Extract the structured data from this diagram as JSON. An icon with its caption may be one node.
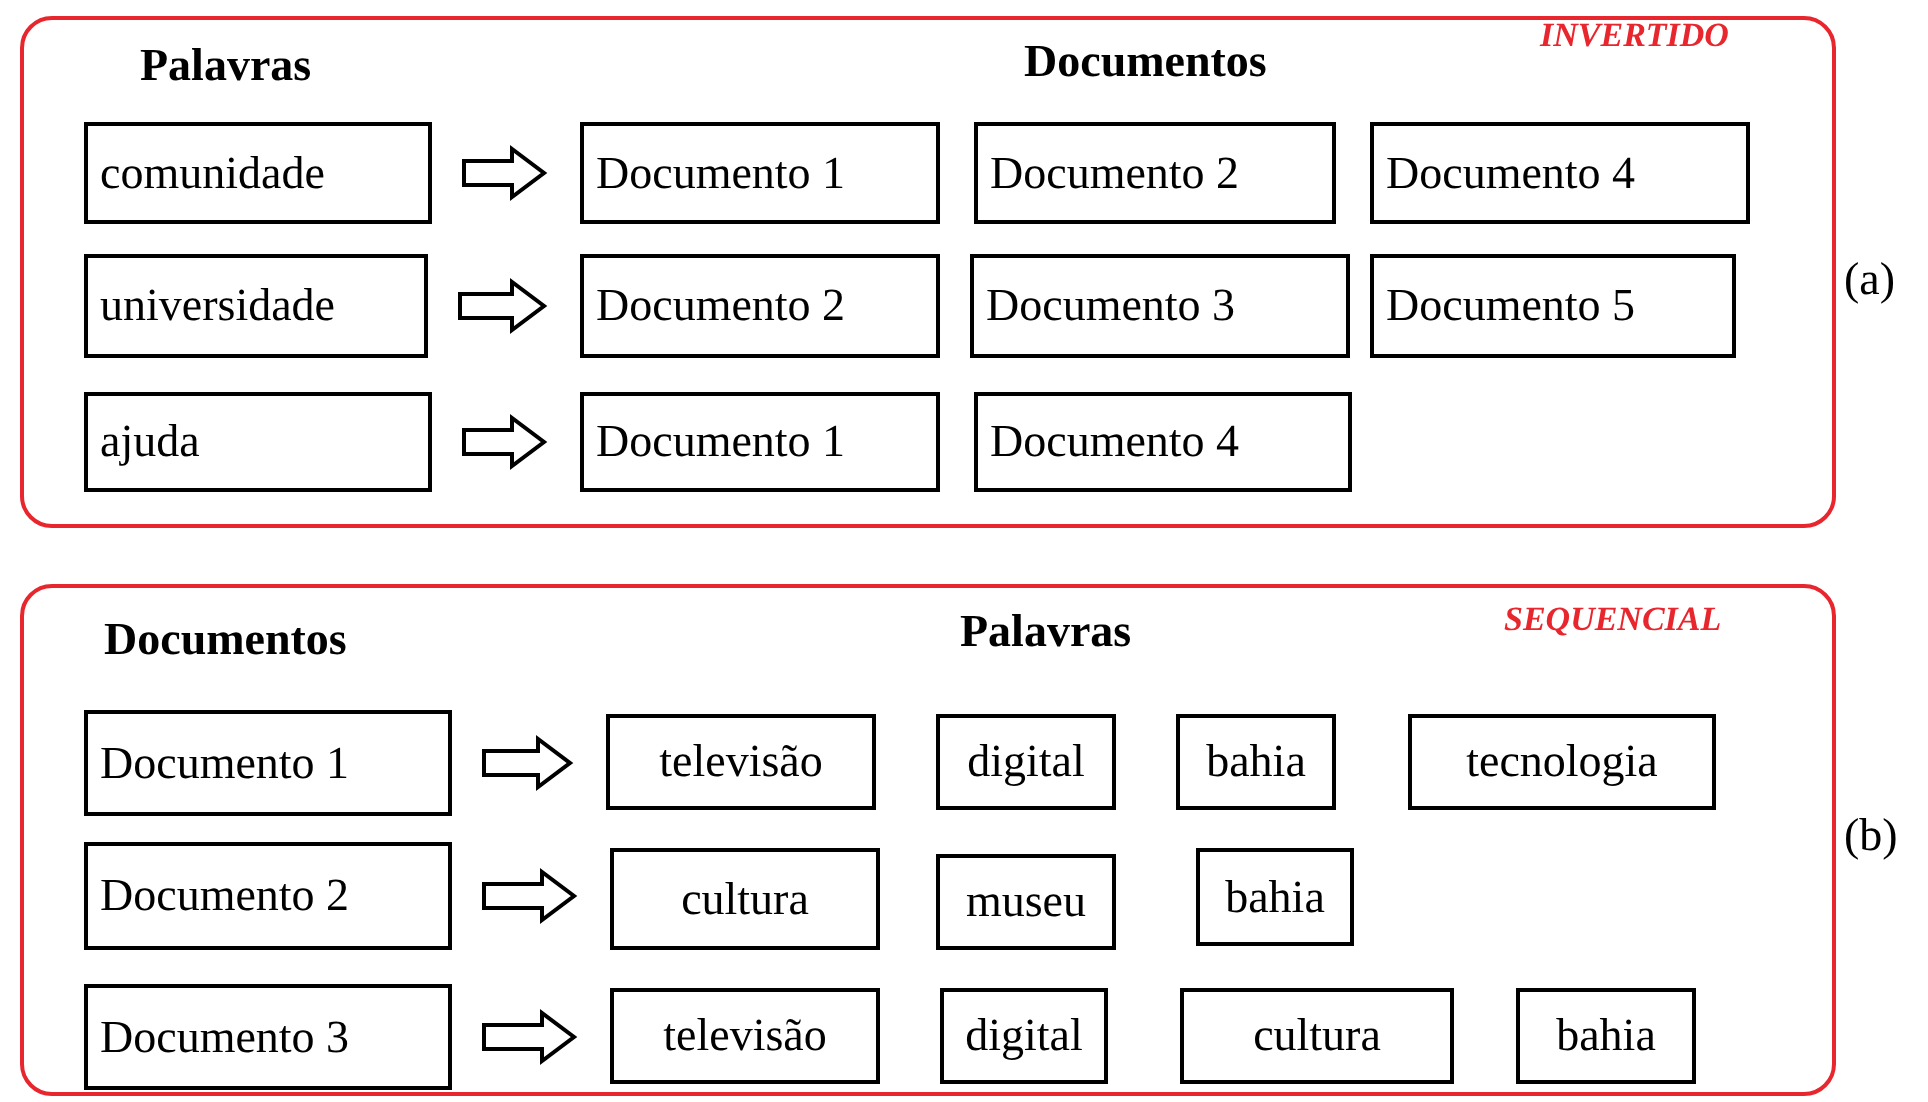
{
  "diagram": {
    "nodes": [
      {
        "text": [
          "INVERTIDO"
        ],
        "beside": [
          "(a)"
        ]
      },
      {
        "text": [
          "comunidade"
        ],
        "in": 0
      },
      {
        "text": [
          "Documento 1"
        ],
        "in": 0
      },
      {
        "text": [
          "Documento 2"
        ],
        "in": 0
      },
      {
        "text": [
          "Documento 4"
        ],
        "in": 0
      },
      {
        "text": [
          "universidade"
        ],
        "in": 0
      },
      {
        "text": [
          "Documento 2"
        ],
        "in": 0
      },
      {
        "text": [
          "Documento 3"
        ],
        "in": 0
      },
      {
        "text": [
          "Documento 5"
        ],
        "in": 0
      },
      {
        "text": [
          "ajuda"
        ],
        "in": 0
      },
      {
        "text": [
          "Documento 1"
        ],
        "in": 0
      },
      {
        "text": [
          "Documento 4"
        ],
        "in": 0
      },
      {
        "text": [
          "SEQUENCIAL"
        ],
        "beside": [
          "(b)"
        ]
      },
      {
        "text": [
          "Documento 1"
        ],
        "in": 12
      },
      {
        "text": [
          "televisão"
        ],
        "in": 12
      },
      {
        "text": [
          "digital"
        ],
        "in": 12
      },
      {
        "text": [
          "bahia"
        ],
        "in": 12
      },
      {
        "text": [
          "tecnologia"
        ],
        "in": 12
      },
      {
        "text": [
          "Documento 2"
        ],
        "in": 12
      },
      {
        "text": [
          "cultura"
        ],
        "in": 12
      },
      {
        "text": [
          "museu"
        ],
        "in": 12
      },
      {
        "text": [
          "bahia"
        ],
        "in": 12
      },
      {
        "text": [
          "Documento 3"
        ],
        "in": 12
      },
      {
        "text": [
          "televisão"
        ],
        "in": 12
      },
      {
        "text": [
          "digital"
        ],
        "in": 12
      },
      {
        "text": [
          "cultura"
        ],
        "in": 12
      },
      {
        "text": [
          "bahia"
        ],
        "in": 12
      }
    ],
    "edges": [
      {
        "from": 1,
        "to": 2,
        "arrow": "to"
      },
      {
        "from": 5,
        "to": 6,
        "arrow": "to"
      },
      {
        "from": 9,
        "to": 10,
        "arrow": "to"
      },
      {
        "from": 13,
        "to": 14,
        "arrow": "to"
      },
      {
        "from": 18,
        "to": 19,
        "arrow": "to"
      },
      {
        "from": 22,
        "to": 23,
        "arrow": "to"
      }
    ],
    "labels": [
      "Palavras",
      "Documentos",
      "Documentos",
      "Palavras"
    ]
  }
}
